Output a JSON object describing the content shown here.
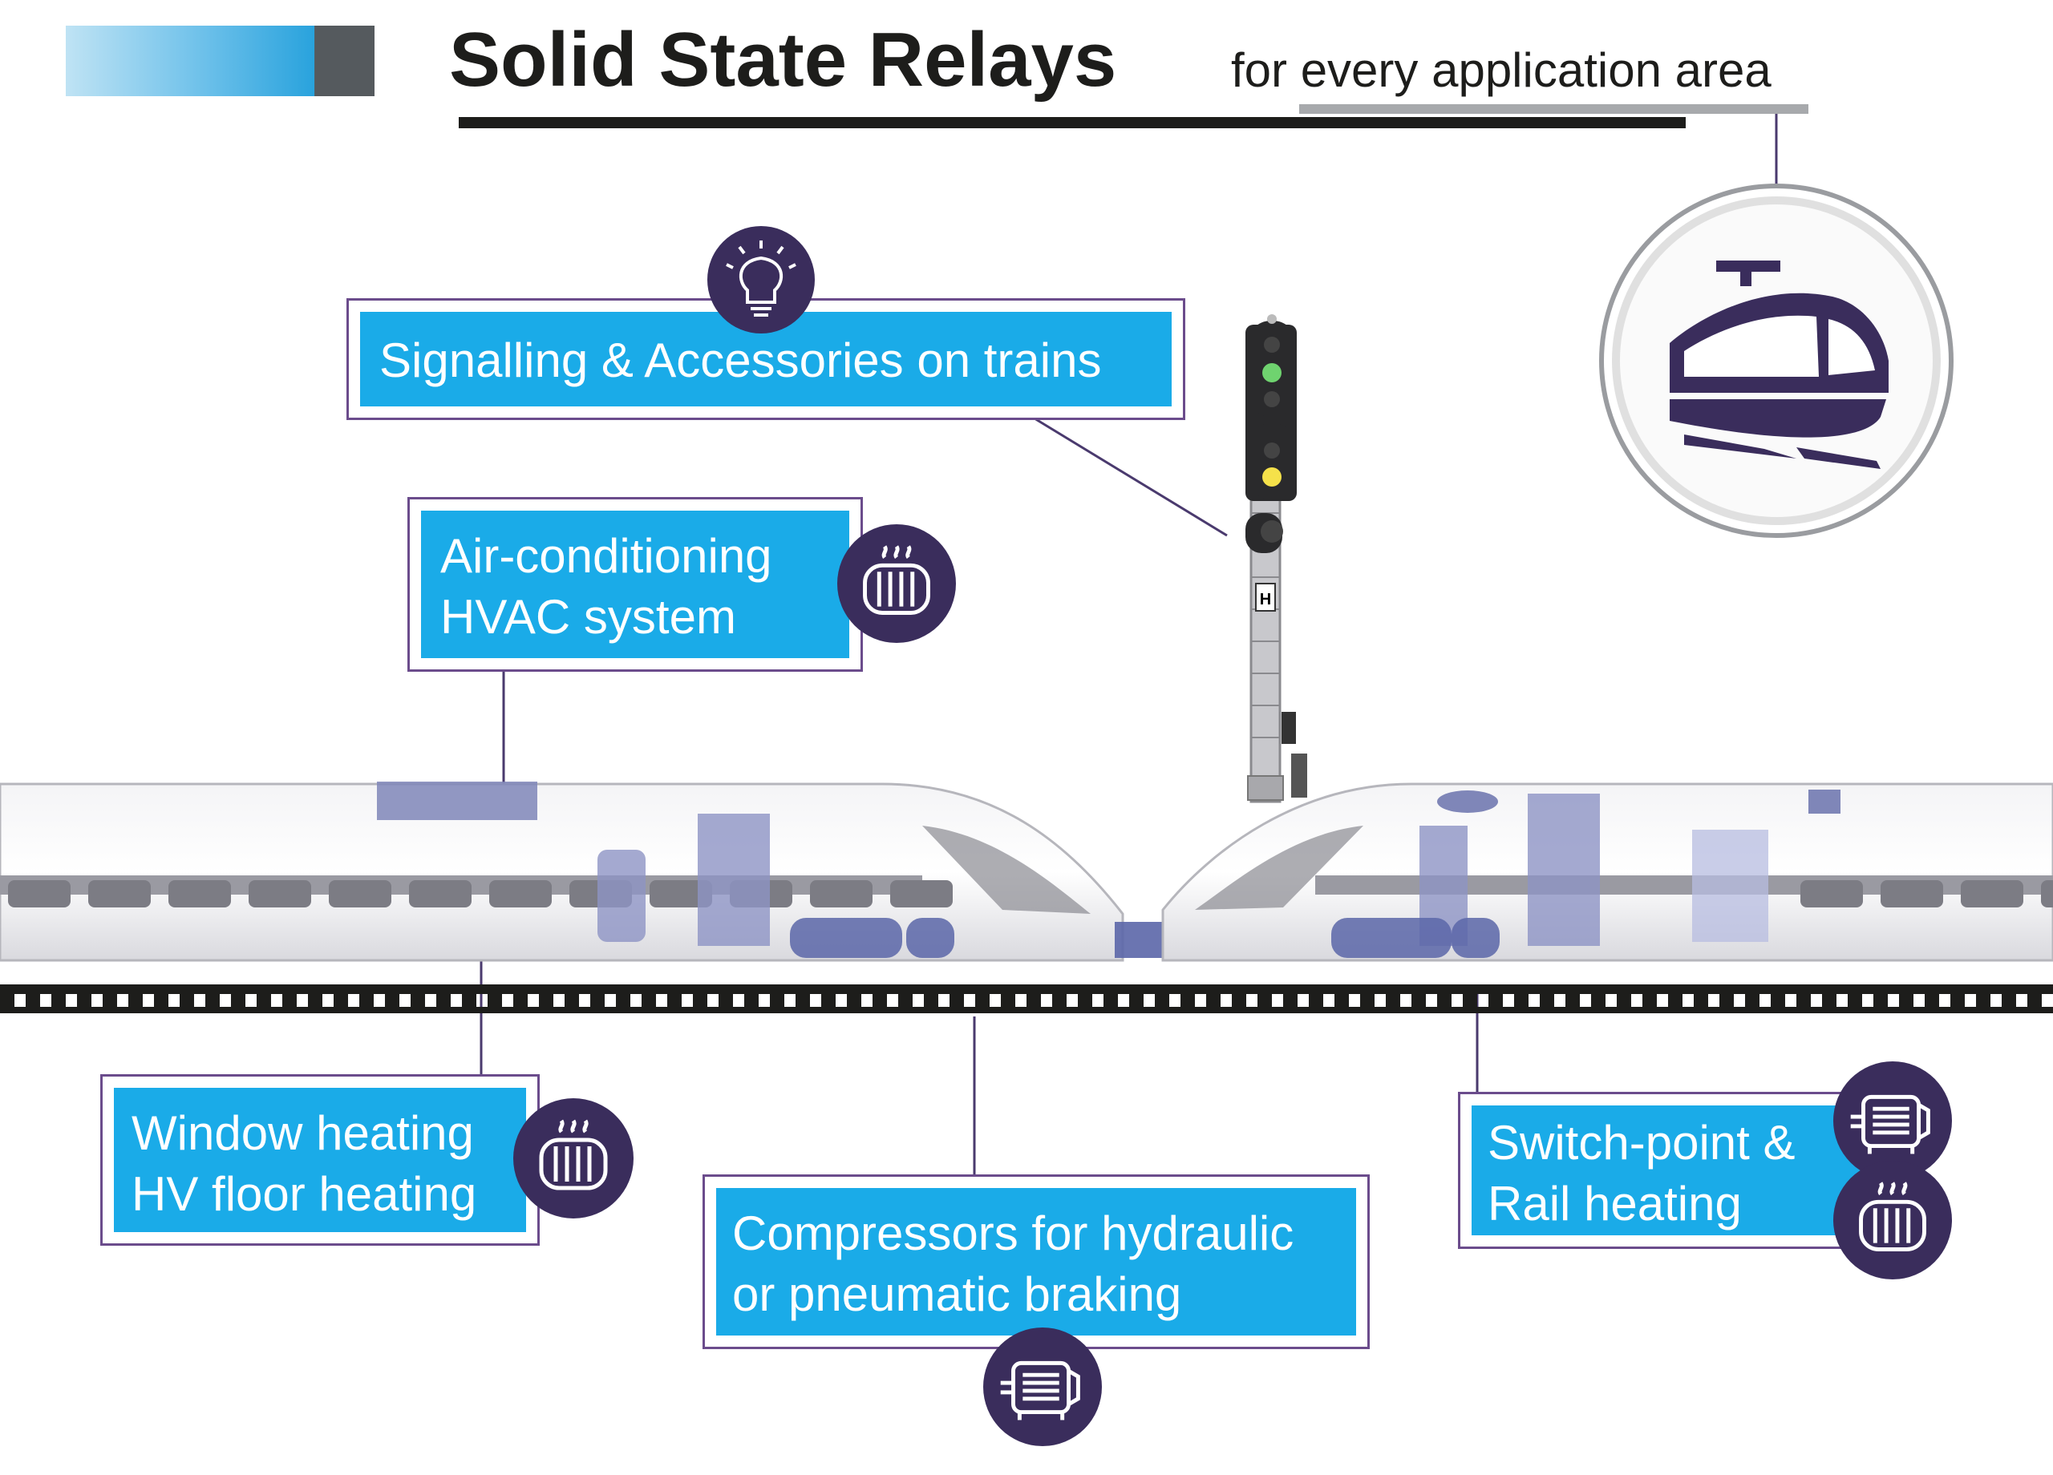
{
  "title": "Solid State Relays",
  "subtitle": "for every application area",
  "colors": {
    "label_fill": "#1aabe8",
    "label_border": "#6b4c8c",
    "icon_circle": "#3a2d5c",
    "title_rule": "#1d1d1b"
  },
  "labels": {
    "signalling": {
      "line1": "Signalling & Accessories on trains",
      "icon": "light-bulb-icon"
    },
    "hvac": {
      "line1": "Air-conditioning",
      "line2": "HVAC system",
      "icon": "heater-coil-icon"
    },
    "window": {
      "line1": "Window heating",
      "line2": "HV floor heating",
      "icon": "heater-coil-icon"
    },
    "compressor": {
      "line1": "Compressors for hydraulic",
      "line2": "or pneumatic braking",
      "icon": "electric-motor-icon"
    },
    "switchpoint": {
      "line1": "Switch-point &",
      "line2": "Rail heating",
      "icons": [
        "electric-motor-icon",
        "heater-coil-icon"
      ]
    }
  },
  "signal_post_plate": "H",
  "badge_icon": "train-icon"
}
